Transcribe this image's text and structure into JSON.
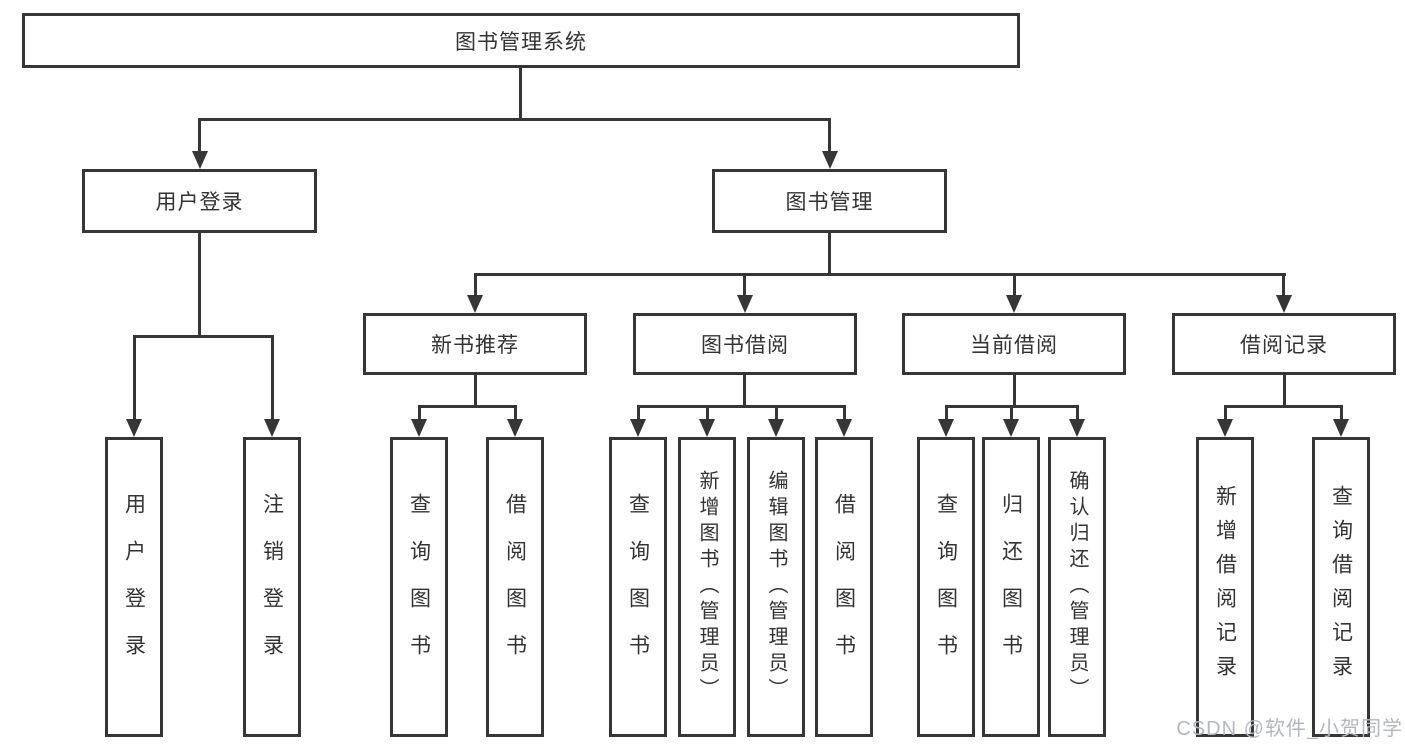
{
  "tree": {
    "root": "图书管理系统",
    "branches": [
      {
        "label": "用户登录",
        "children": [
          {
            "label": "用户登录"
          },
          {
            "label": "注销登录"
          }
        ]
      },
      {
        "label": "图书管理",
        "children": [
          {
            "label": "新书推荐",
            "children": [
              {
                "label": "查询图书"
              },
              {
                "label": "借阅图书"
              }
            ]
          },
          {
            "label": "图书借阅",
            "children": [
              {
                "label": "查询图书"
              },
              {
                "label": "新增图书（管理员）"
              },
              {
                "label": "编辑图书（管理员）"
              },
              {
                "label": "借阅图书"
              }
            ]
          },
          {
            "label": "当前借阅",
            "children": [
              {
                "label": "查询图书"
              },
              {
                "label": "归还图书"
              },
              {
                "label": "确认归还（管理员）"
              }
            ]
          },
          {
            "label": "借阅记录",
            "children": [
              {
                "label": "新增借阅记录"
              },
              {
                "label": "查询借阅记录"
              }
            ]
          }
        ]
      }
    ]
  },
  "watermark": "CSDN @软件_小贺同学",
  "colors": {
    "line": "#363636",
    "text": "#333333",
    "watermark": "#b3b8bd"
  }
}
